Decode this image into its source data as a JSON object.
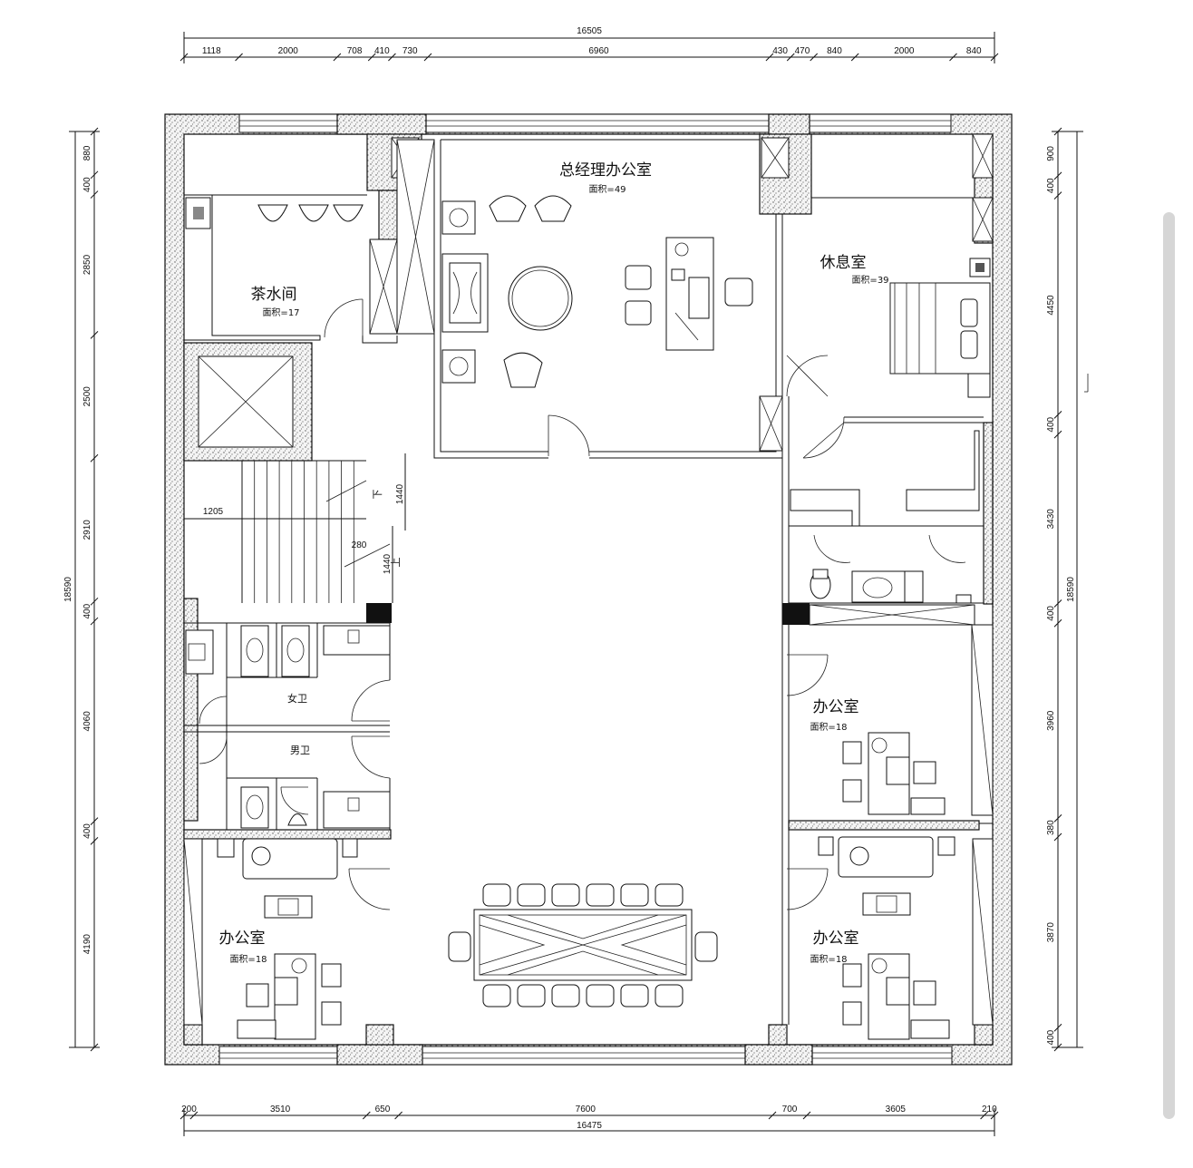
{
  "dimensions": {
    "top_total": "16505",
    "top_segments": [
      "1118",
      "2000",
      "708",
      "410",
      "730",
      "6960",
      "430",
      "470",
      "840",
      "2000",
      "840"
    ],
    "bottom_total": "16475",
    "bottom_segments": [
      "200",
      "3510",
      "650",
      "7600",
      "700",
      "3605",
      "210"
    ],
    "left_total": "18590",
    "left_segments": [
      "880",
      "400",
      "2850",
      "2500",
      "2910",
      "400",
      "4060",
      "400",
      "4190"
    ],
    "right_total": "18590",
    "right_segments": [
      "900",
      "400",
      "4450",
      "400",
      "3430",
      "400",
      "3960",
      "380",
      "3870",
      "400"
    ],
    "stair_width": "1205",
    "stair_tread": "280",
    "stair_run_down": "1440",
    "stair_run_up": "1440"
  },
  "stairs": {
    "down_label": "下",
    "up_label": "上"
  },
  "rooms": {
    "gm_office": {
      "name": "总经理办公室",
      "area": "面积=49"
    },
    "tea_room": {
      "name": "茶水间",
      "area": "面积=17"
    },
    "rest_room": {
      "name": "休息室",
      "area": "面积=39"
    },
    "office_right_mid": {
      "name": "办公室",
      "area": "面积=18"
    },
    "office_left_bottom": {
      "name": "办公室",
      "area": "面积=18"
    },
    "office_right_bottom": {
      "name": "办公室",
      "area": "面积=18"
    },
    "womens_wc": {
      "name": "女卫"
    },
    "mens_wc": {
      "name": "男卫"
    }
  },
  "colors": {
    "line": "#111111",
    "scrollbar": "#d6d6d6"
  }
}
